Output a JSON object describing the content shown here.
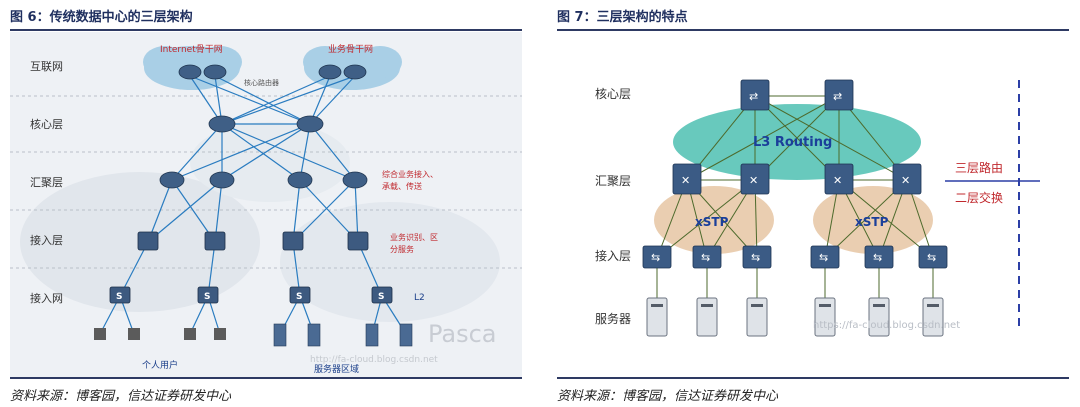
{
  "left": {
    "title": "图 6：传统数据中心的三层架构",
    "source": "资料来源：博客园，信达证券研发中心",
    "layers": [
      "互联网",
      "核心层",
      "汇聚层",
      "接入层",
      "接入网"
    ],
    "cloud_internet": "Internet骨干网",
    "cloud_service": "业务骨干网",
    "core_router_label": "核心路由器",
    "agg_note_1": "综合业务接入、",
    "agg_note_2": "承载、传送",
    "acc_note_1": "业务识别、区",
    "acc_note_2": "分服务",
    "l2": "L2",
    "users": "个人用户",
    "servers": "服务器区域",
    "watermark": "Pasca",
    "url": "http://fa-cloud.blog.csdn.net"
  },
  "right": {
    "title": "图 7：三层架构的特点",
    "source": "资料来源：博客园，信达证券研发中心",
    "layers": [
      "核心层",
      "汇聚层",
      "接入层",
      "服务器"
    ],
    "l3": "L3 Routing",
    "xstp1": "xSTP",
    "xstp2": "xSTP",
    "routing": "三层路由",
    "switching": "二层交换",
    "url": "https://fa-cloud.blog.csdn.net"
  }
}
